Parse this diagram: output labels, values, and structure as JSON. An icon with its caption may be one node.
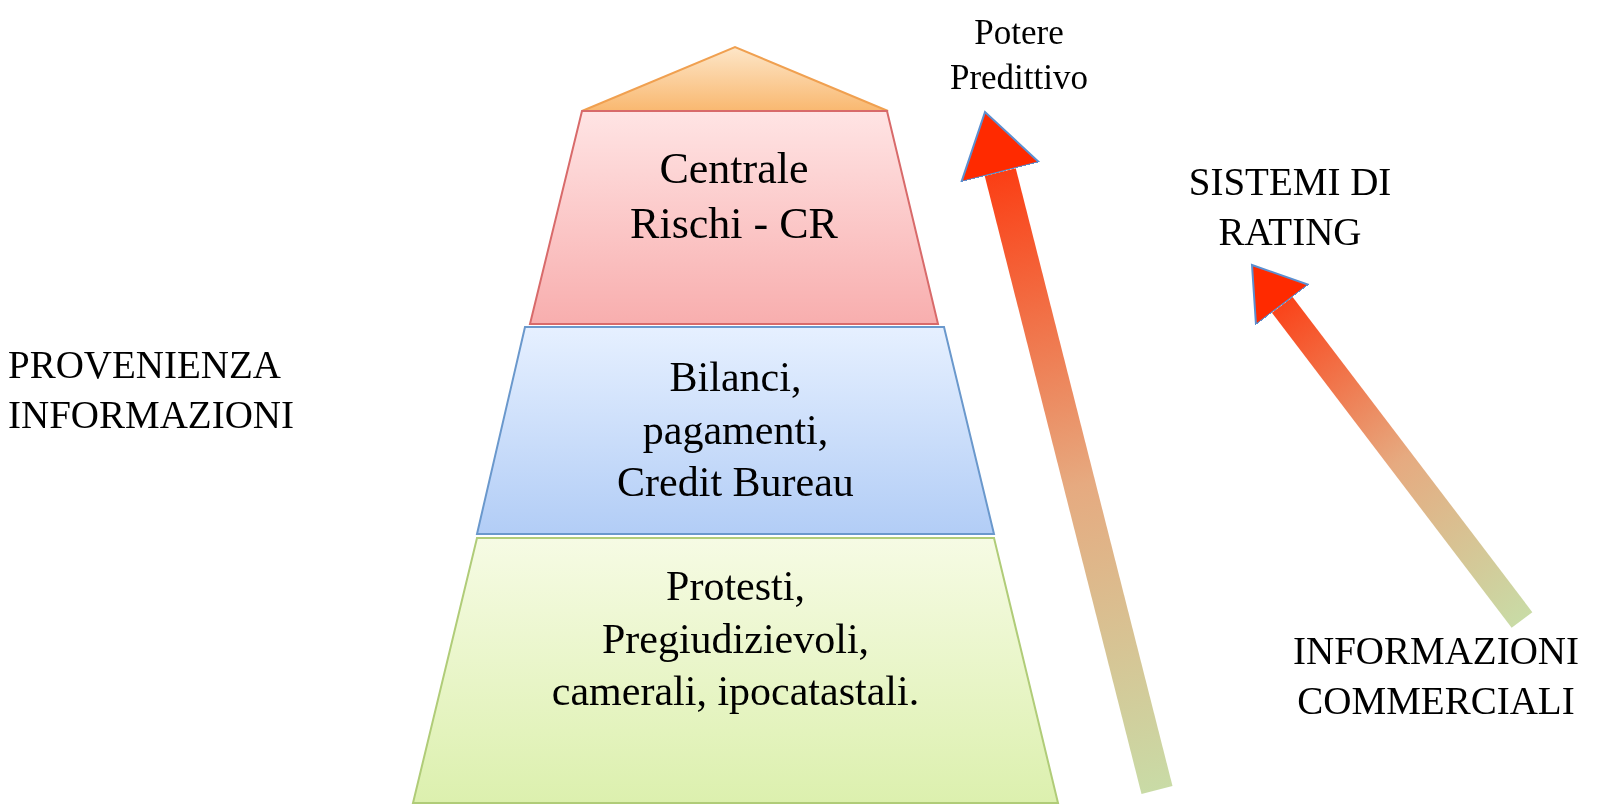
{
  "diagram": {
    "nodes": [
      {
        "text": [],
        "shape": "triangle"
      },
      {
        "text": [
          "Centrale Rischi - CR"
        ]
      },
      {
        "text": [
          "Bilanci, pagamenti, Credit Bureau"
        ]
      },
      {
        "text": [
          "Protesti, Pregiudizievoli, camerali, ipocatastali."
        ]
      },
      {
        "text": [
          "Potere Predittivo"
        ]
      },
      {
        "text": [
          "SISTEMI DI RATING"
        ]
      },
      {
        "text": [
          "INFORMAZIONI COMMERCIALI"
        ]
      }
    ],
    "edges": [
      {
        "from": null,
        "to": 4,
        "arrow": "to"
      },
      {
        "from": 6,
        "to": 5,
        "arrow": "to"
      }
    ],
    "labels": [
      "PROVENIENZA INFORMAZIONI"
    ]
  }
}
